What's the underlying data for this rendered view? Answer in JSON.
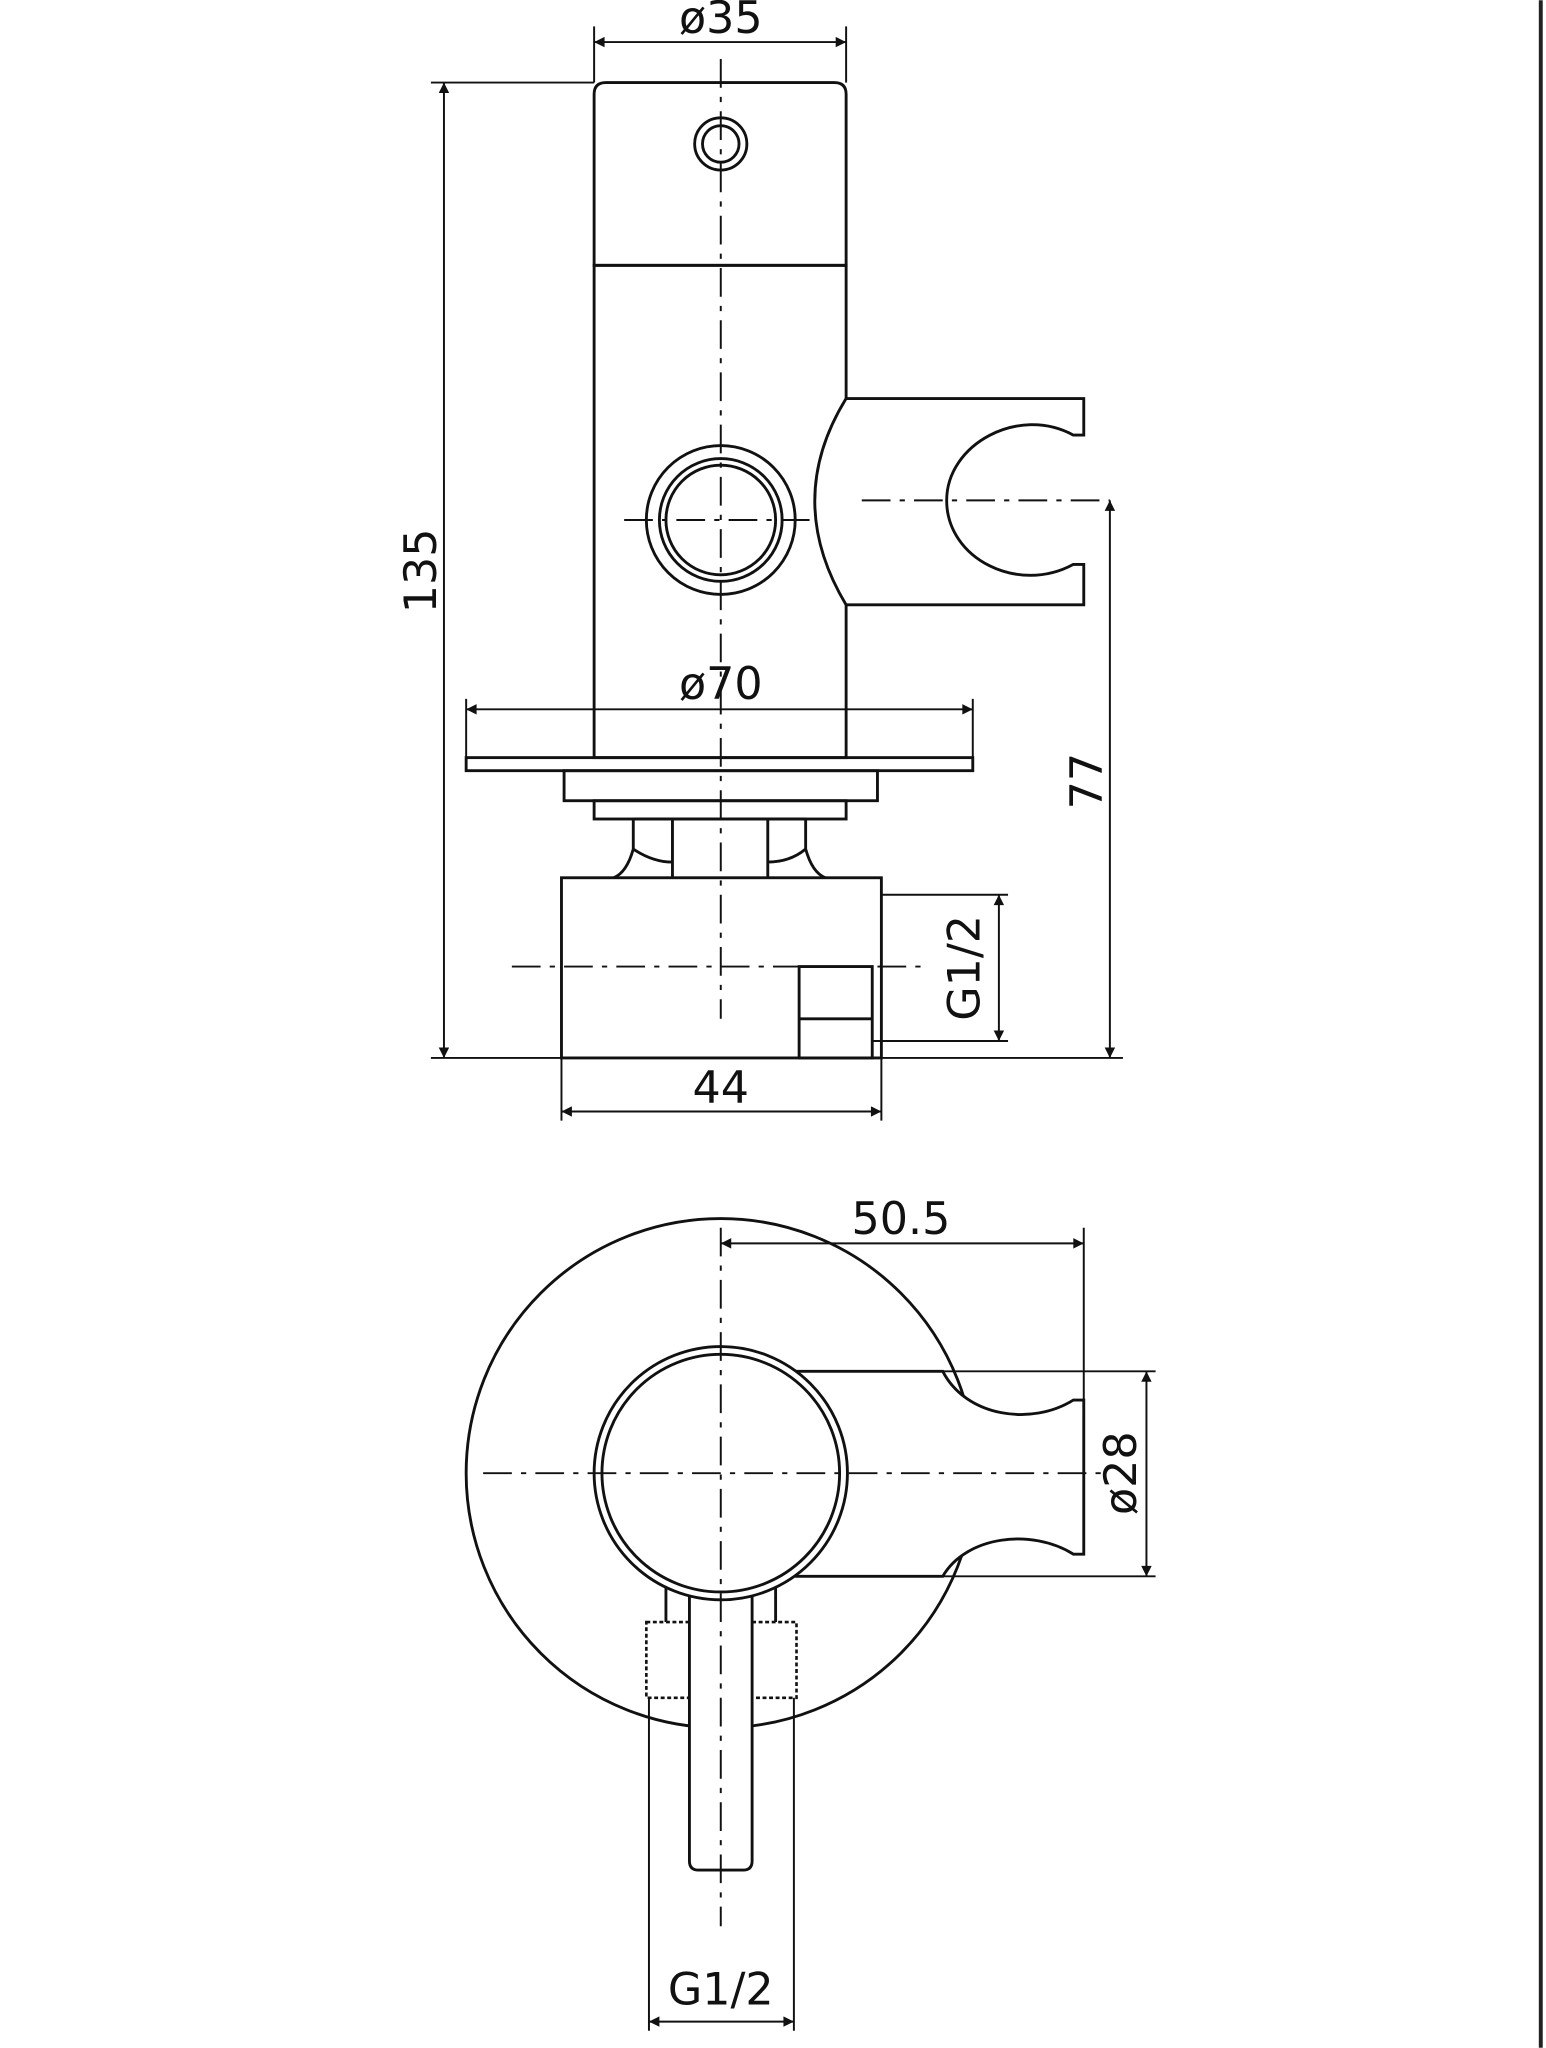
{
  "title": "Bidet shower valve with holder - technical drawing",
  "front_view": {
    "dim_top_diameter": "ø35",
    "dim_height": "135",
    "dim_flange_diameter": "ø70",
    "dim_holder_height": "77",
    "dim_inlet_thread": "G1/2",
    "dim_box_width": "44"
  },
  "top_view": {
    "dim_holder_reach": "50.5",
    "dim_holder_diameter": "ø28",
    "dim_outlet_thread": "G1/2"
  }
}
